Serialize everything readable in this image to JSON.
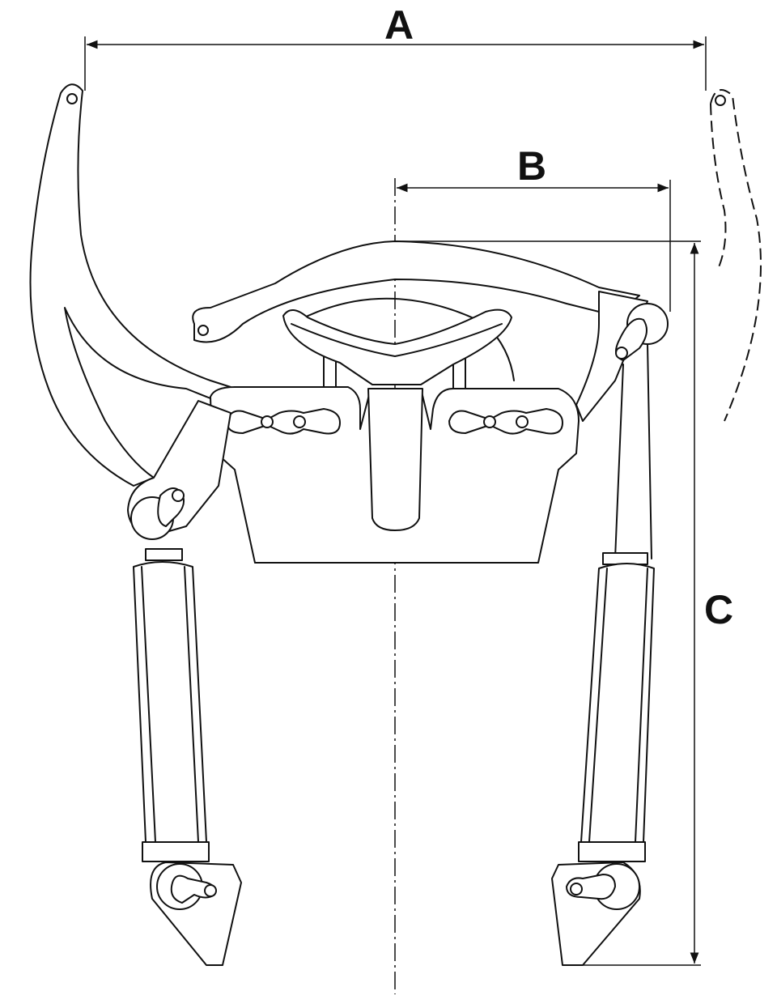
{
  "dimensions": {
    "a": {
      "label": "A"
    },
    "b": {
      "label": "B"
    },
    "c": {
      "label": "C"
    }
  },
  "colors": {
    "line": "#111111",
    "background": "#ffffff"
  }
}
